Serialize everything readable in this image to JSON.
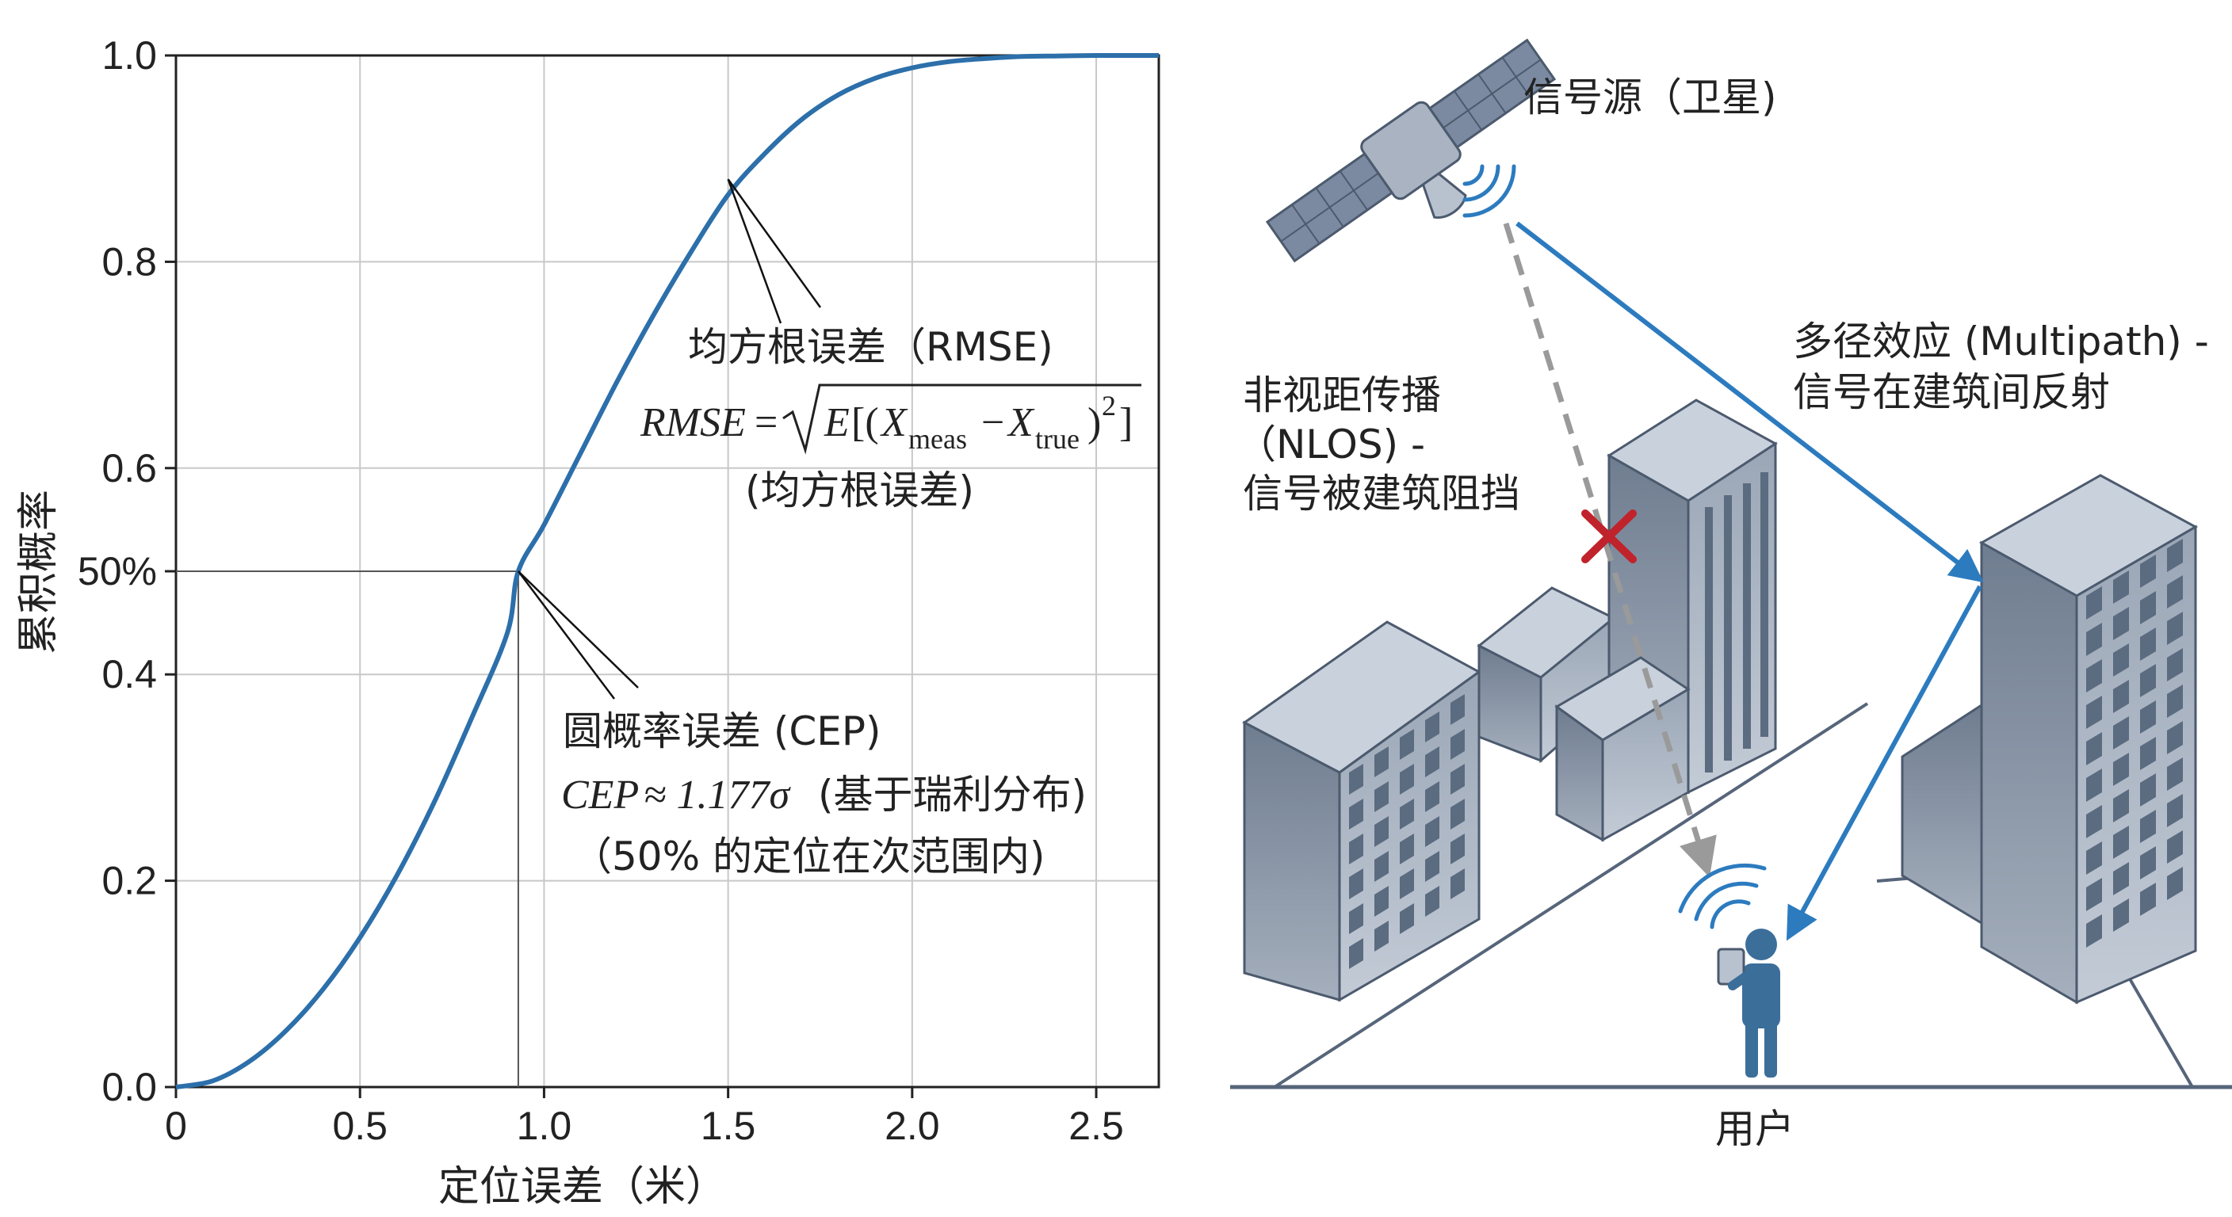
{
  "colors": {
    "curve": "#2c6faa",
    "grid": "#c8c8c8",
    "building_front": "#8d9aab",
    "building_side": "#6f7d90",
    "building_top": "#c9d1dc",
    "window": "#5b6b80",
    "blocked_x": "#c0232b",
    "signal": "#2c7bbf",
    "nlos_arrow": "#9a9a9a",
    "person": "#3c6e9a"
  },
  "chart_data": {
    "type": "line",
    "series": [
      {
        "x": [
          0,
          0.1,
          0.2,
          0.3,
          0.4,
          0.5,
          0.6,
          0.7,
          0.8,
          0.9,
          0.93,
          1.0,
          1.1,
          1.2,
          1.3,
          1.4,
          1.5,
          1.6,
          1.7,
          1.8,
          1.9,
          2.0,
          2.1,
          2.2,
          2.3,
          2.4,
          2.5,
          2.6,
          2.67
        ],
        "y": [
          0,
          0.006,
          0.025,
          0.055,
          0.095,
          0.145,
          0.205,
          0.275,
          0.355,
          0.44,
          0.5,
          0.545,
          0.615,
          0.685,
          0.75,
          0.81,
          0.865,
          0.905,
          0.938,
          0.962,
          0.978,
          0.988,
          0.994,
          0.997,
          0.999,
          0.9995,
          1.0,
          1.0,
          1.0
        ]
      }
    ],
    "xlabel": "定位误差（米）",
    "ylabel": "累积概率",
    "xlim": [
      0,
      2.67
    ],
    "ylim": [
      0,
      1.0
    ],
    "xticks": [
      0,
      0.5,
      1.0,
      1.5,
      2.0,
      2.5
    ],
    "xtick_labels": [
      "0",
      "0.5",
      "1.0",
      "1.5",
      "2.0",
      "2.5"
    ],
    "yticks": [
      0,
      0.2,
      0.4,
      0.5,
      0.6,
      0.8,
      1.0
    ],
    "ytick_labels": [
      "0.0",
      "0.2",
      "0.4",
      "50%",
      "0.6",
      "0.8",
      "1.0"
    ],
    "grid": true,
    "cep_point": {
      "x": 0.93,
      "y": 0.5
    },
    "rmse_point": {
      "x": 1.5,
      "y": 0.88
    },
    "annotations": {
      "rmse_title": "均方根误差（RMSE)",
      "rmse_formula_lhs": "RMSE",
      "rmse_formula_eq": "=",
      "rmse_formula_e": "E",
      "rmse_formula_open": "[(",
      "rmse_formula_x1": "X",
      "rmse_formula_sub1": "meas",
      "rmse_formula_minus": "−",
      "rmse_formula_x2": "X",
      "rmse_formula_sub2": "true",
      "rmse_formula_close": ")",
      "rmse_formula_sup": "2",
      "rmse_formula_end": "]",
      "rmse_note": "(均方根误差)",
      "cep_title": "圆概率误差 (CEP)",
      "cep_formula": "CEP",
      "cep_formula_rest": "≈ 1.177σ",
      "cep_formula_note": "(基于瑞利分布)",
      "cep_note": "（50% 的定位在次范围内)"
    }
  },
  "diagram": {
    "satellite_label": "信号源（卫星)",
    "multipath_line1": "多径效应 (Multipath) -",
    "multipath_line2": "信号在建筑间反射",
    "nlos_line1": "非视距传播",
    "nlos_line2": "（NLOS) -",
    "nlos_line3": "信号被建筑阻挡",
    "user_label": "用户",
    "icons": [
      "satellite-icon",
      "signal-waves-icon",
      "blocked-x-icon",
      "person-with-phone-icon"
    ]
  }
}
